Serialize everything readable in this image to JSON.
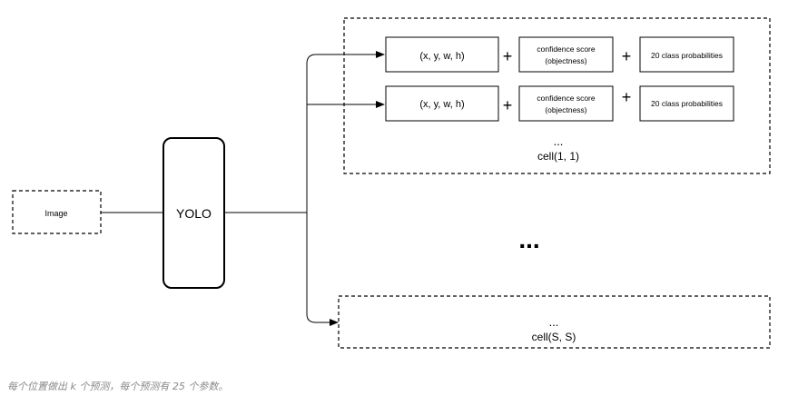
{
  "diagram": {
    "image_label": "Image",
    "model_label": "YOLO",
    "box_coords": "(x, y, w, h)",
    "confidence_line1": "confidence score",
    "confidence_line2": "(objectness)",
    "class_probs": "20 class probabilities",
    "plus": "+",
    "ellipsis_small": "...",
    "ellipsis_big": "...",
    "cell_first": "cell(1, 1)",
    "cell_last": "cell(S, S)"
  },
  "caption": "每个位置做出 k 个预测，每个预测有 25 个参数。"
}
